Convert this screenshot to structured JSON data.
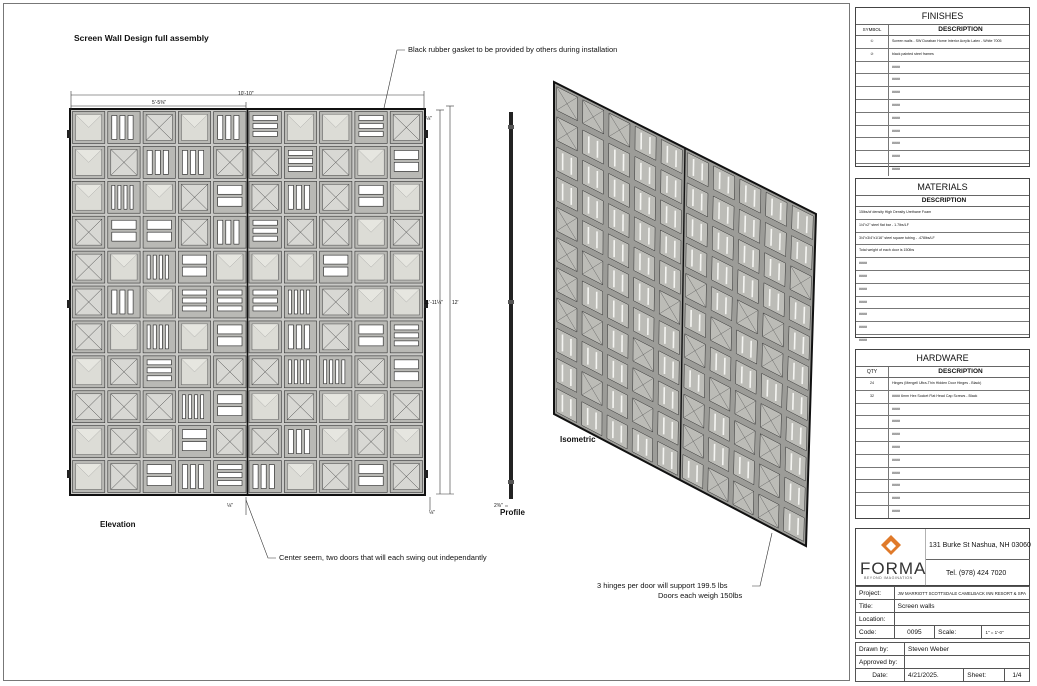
{
  "drawing": {
    "title": "Screen Wall Design full assembly",
    "notes": {
      "gasket": "Black rubber gasket to be provided by others during installation",
      "center_seam": "Center seem, two doors that will each swing out independantly",
      "hinges": "3 hinges per door will support 199.5 lbs",
      "weight": "Doors each weigh 150lbs"
    },
    "views": {
      "elevation": "Elevation",
      "profile": "Profile",
      "isometric": "Isometric"
    },
    "dimensions": {
      "overall_width": "10'-10\"",
      "door_width": "5'-5⅜\"",
      "overall_height": "12'",
      "panel_height": "11'-11¼\"",
      "gap_top": "⅛\"",
      "profile_depth": "2⅜\""
    }
  },
  "finishes": {
    "title": "FINISHES",
    "col_symbol": "SYMBOL",
    "col_description": "DESCRIPTION",
    "rows": [
      {
        "symbol": "①",
        "description": "Screen walls - SW Duraban Home Interior Acrylic Latex - White 7005"
      },
      {
        "symbol": "②",
        "description": "black painted steel frames"
      },
      {
        "symbol": "",
        "description": "####"
      },
      {
        "symbol": "",
        "description": "####"
      },
      {
        "symbol": "",
        "description": "####"
      },
      {
        "symbol": "",
        "description": "####"
      },
      {
        "symbol": "",
        "description": "####"
      },
      {
        "symbol": "",
        "description": "####"
      },
      {
        "symbol": "",
        "description": "####"
      },
      {
        "symbol": "",
        "description": "####"
      },
      {
        "symbol": "",
        "description": "####"
      }
    ]
  },
  "materials": {
    "title": "MATERIALS",
    "col_description": "DESCRIPTION",
    "rows": [
      "15lbs/cf density High Density Urethane Foam",
      "1/4\"x2\" steel flat bar - 1.7lbs/LF",
      "3/4\"x3/4\"x1/16\" steel square tubing - .478lbs/LF",
      "Total weight of each door is 150lbs",
      "####",
      "####",
      "####",
      "####",
      "####",
      "####",
      "####"
    ]
  },
  "hardware": {
    "title": "HARDWARE",
    "col_qty": "QTY",
    "col_description": "DESCRIPTION",
    "rows": [
      {
        "qty": "24",
        "description": "Hinges (Mengell Ultra-Thin Hidden Door Hinges - Black)"
      },
      {
        "qty": "32",
        "description": "#### 6mm Hex Socket Flat Head Cap Screws - Black"
      },
      {
        "qty": "",
        "description": "####"
      },
      {
        "qty": "",
        "description": "####"
      },
      {
        "qty": "",
        "description": "####"
      },
      {
        "qty": "",
        "description": "####"
      },
      {
        "qty": "",
        "description": "####"
      },
      {
        "qty": "",
        "description": "####"
      },
      {
        "qty": "",
        "description": "####"
      },
      {
        "qty": "",
        "description": "####"
      },
      {
        "qty": "",
        "description": "####"
      }
    ]
  },
  "company": {
    "logo_text": "FORMA",
    "logo_tagline": "BEYOND IMAGINATION",
    "address": "131 Burke St Nashua, NH 03060",
    "phone": "Tel. (978) 424 7020",
    "accent": "#e07a2a"
  },
  "title_block": {
    "project_label": "Project:",
    "project": "JW MARRIOTT SCOTTSDALE CAMELBACK INN RESORT & SPA",
    "title_label": "Title:",
    "title": "Screen walls",
    "location_label": "Location:",
    "location": "",
    "code_label": "Code:",
    "code": "0095",
    "scale_label": "Scale:",
    "scale": "1\" = 1'-0\"",
    "drawn_by_label": "Drawn by:",
    "drawn_by": "Steven Weber",
    "approved_by_label": "Approved by:",
    "approved_by": "",
    "date_label": "Date:",
    "date": "4/21/2025.",
    "sheet_label": "Sheet:",
    "sheet": "1/4"
  }
}
